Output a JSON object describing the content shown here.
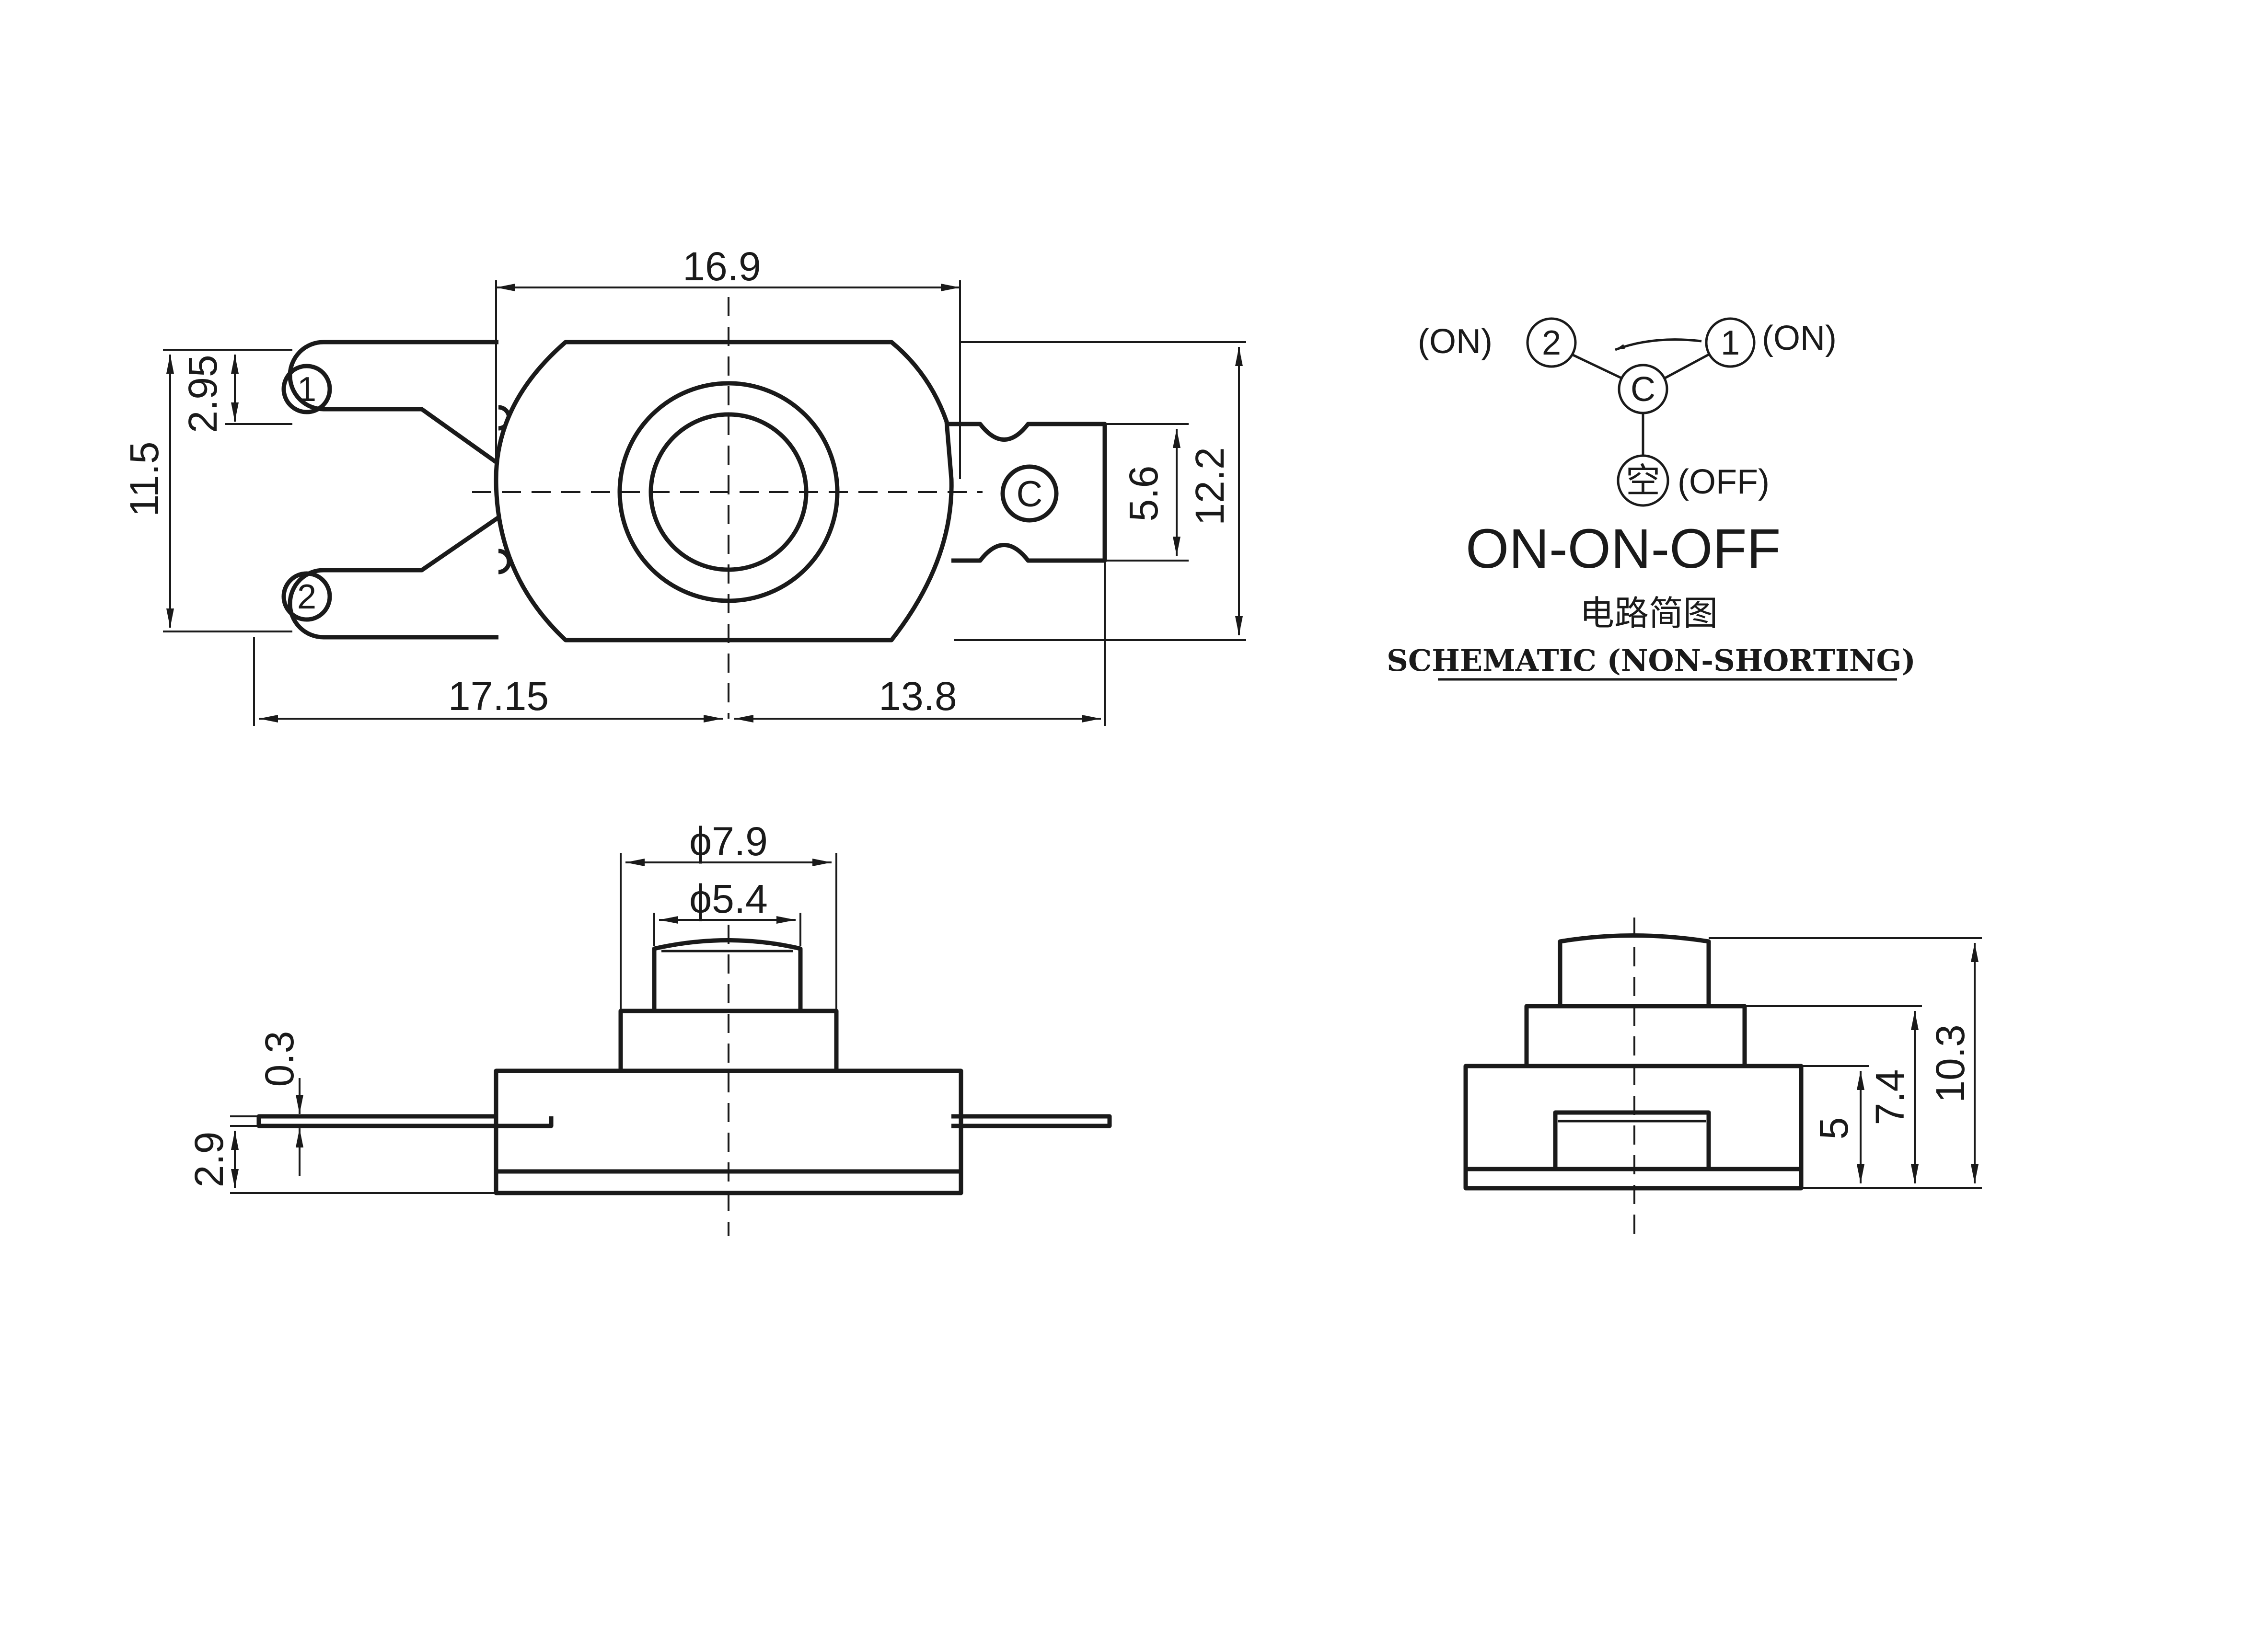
{
  "top_view": {
    "dim_width_top": "16.9",
    "dim_pin_offset": "2.95",
    "dim_pin_span": "11.5",
    "dim_tab_height": "5.6",
    "dim_body_height": "12.2",
    "dim_left_length": "17.15",
    "dim_right_length": "13.8",
    "terminal_1": "1",
    "terminal_2": "2",
    "terminal_c": "C"
  },
  "schematic": {
    "label_on_left": "(ON)",
    "label_on_right": "(ON)",
    "label_off": "(OFF)",
    "node_2": "2",
    "node_1": "1",
    "node_c": "C",
    "node_off": "空",
    "mode": "ON-ON-OFF",
    "title_cn": "电路简图",
    "title_en": "SCHEMATIC (NON-SHORTING)"
  },
  "front_view": {
    "dim_outer_diameter": "ϕ7.9",
    "dim_inner_diameter": "ϕ5.4",
    "dim_terminal_thickness": "0.3",
    "dim_terminal_height": "2.9"
  },
  "side_view": {
    "dim_h1": "5",
    "dim_h2": "7.4",
    "dim_h3": "10.3"
  }
}
